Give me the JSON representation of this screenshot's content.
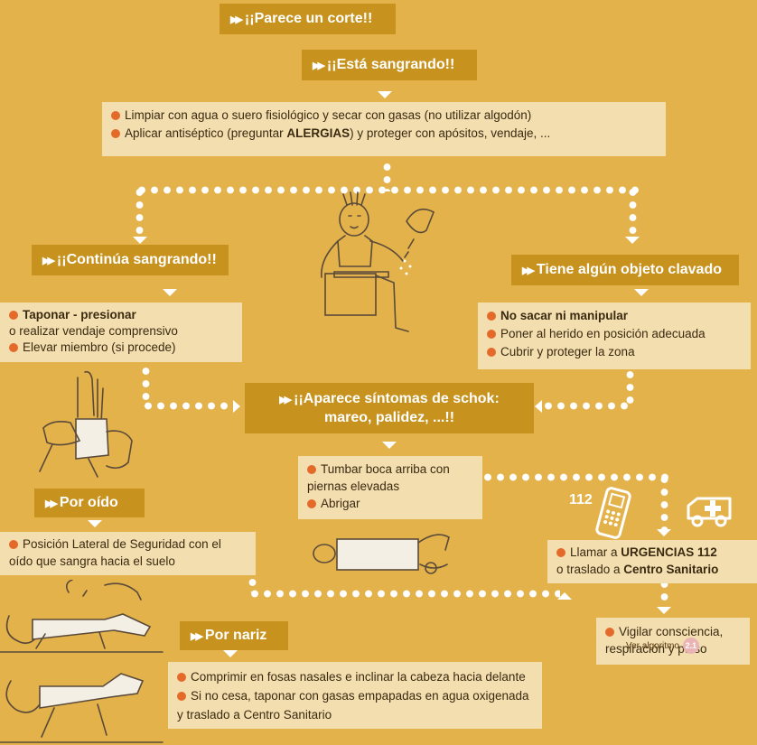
{
  "headers": {
    "corte": "¡¡Parece un corte!!",
    "sangrando": "¡¡Está sangrando!!",
    "continua": "¡¡Continúa sangrando!!",
    "objeto": "Tiene algún objeto clavado",
    "sintomas_1": "¡¡Aparece síntomas de schok:",
    "sintomas_2": "mareo, palidez, ...!!",
    "oido": "Por oído",
    "nariz": "Por nariz"
  },
  "boxes": {
    "limpiar": {
      "l1": "Limpiar con agua o suero fisiológico y secar con gasas (no utilizar algodón)",
      "l2_pre": "Aplicar antiséptico (preguntar ",
      "l2_bold": "ALERGIAS",
      "l2_post": ") y proteger con apósitos, vendaje, ..."
    },
    "taponar": {
      "l1": "Taponar - presionar",
      "l2": "o realizar vendaje comprensivo",
      "l3": "Elevar miembro (si procede)"
    },
    "objeto": {
      "l1": "No sacar ni manipular",
      "l2": "Poner al herido en posición adecuada",
      "l3": "Cubrir y proteger la zona"
    },
    "tumbar": {
      "l1": "Tumbar boca arriba con",
      "l2": "piernas elevadas",
      "l3": "Abrigar"
    },
    "oido": {
      "l1": "Posición Lateral de Seguridad con el",
      "l2": "oído que sangra hacia el suelo"
    },
    "llamar": {
      "l1_pre": "Llamar a ",
      "l1_bold": "URGENCIAS 112",
      "l2_pre": "o traslado a ",
      "l2_bold": "Centro Sanitario"
    },
    "vigilar": {
      "l1": "Vigilar consciencia,",
      "l2": "respiración y pulso"
    },
    "nariz": {
      "l1": "Comprimir en fosas nasales e inclinar la cabeza hacia delante",
      "l2": "Si no cesa, taponar con gasas empapadas en agua oxigenada",
      "l3": "y traslado a Centro Sanitario"
    }
  },
  "phone_label": "112",
  "footer": {
    "text": "Ver algoritmo",
    "badge": "2.1"
  },
  "colors": {
    "background": "#e3b24a",
    "header": "#c7931e",
    "box": "#f3deb0",
    "bullet": "#e46a2a",
    "connector": "#ffffff"
  },
  "icons": [
    "play-arrows-icon",
    "bullet-dot-icon",
    "mobile-phone-icon",
    "ambulance-icon"
  ]
}
